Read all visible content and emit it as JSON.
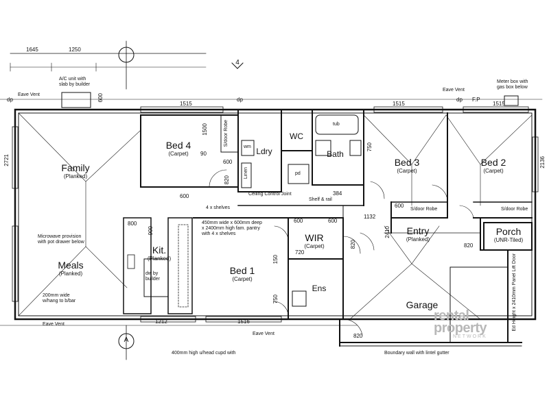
{
  "rooms": {
    "bed4": {
      "name": "Bed 4",
      "floor": "(Carpet)"
    },
    "family": {
      "name": "Family",
      "floor": "(Planked)"
    },
    "meals": {
      "name": "Meals",
      "floor": "(Planked)"
    },
    "kit": {
      "name": "Kit.",
      "floor": "(Planked)"
    },
    "bed1": {
      "name": "Bed 1",
      "floor": "(Carpet)"
    },
    "wir": {
      "name": "WIR",
      "floor": "(Carpet)"
    },
    "bed3": {
      "name": "Bed 3",
      "floor": "(Carpet)"
    },
    "bed2": {
      "name": "Bed 2",
      "floor": "(Carpet)"
    },
    "entry": {
      "name": "Entry",
      "floor": "(Planked)"
    },
    "porch": {
      "name": "Porch",
      "floor": "(UNR-Tiled)"
    },
    "garage": {
      "name": "Garage",
      "floor": ""
    },
    "ldry": {
      "name": "Ldry",
      "floor": ""
    },
    "wc": {
      "name": "WC",
      "floor": ""
    },
    "bath": {
      "name": "Bath",
      "floor": ""
    },
    "ens": {
      "name": "Ens",
      "floor": ""
    }
  },
  "notes": {
    "ac_unit": "A/C unit with",
    "ac_unit2": "slab by builder",
    "meter_box": "Meter box with",
    "meter_box2": "gas box below",
    "eave_vent_1": "Eave Vent",
    "eave_vent_2": "Eave Vent",
    "eave_vent_3": "Eave Vent",
    "eave_vent_4": "Eave Vent",
    "microwave": "Microwave provision",
    "microwave2": "with pot drawer below",
    "dw": "dw by",
    "dw2": "builder",
    "bench": "200mm wide",
    "bench2": "w/hang to b/bar",
    "pantry": "450mm wide x 600mm deep",
    "pantry2": "x 2400mm high fam. pantry",
    "pantry3": "with 4 x shelves",
    "shelves": "4 x shelves",
    "ceiling_joint": "Ceiling Control Joint",
    "shelf_rail": "Shelf & rail",
    "sdoor_robe_bed4": "S/door Robe",
    "sdoor_robe_bed3": "S/door Robe",
    "sdoor_robe_bed2": "S/door Robe",
    "linen": "Linen",
    "wm": "wm",
    "tub": "tub",
    "pd": "pd",
    "lift_door": "Ed Height x 2410mm Panel Lift Door",
    "garage_wall": "Boundary wall with lintel gutter",
    "garage_bottom": "400mm high u/head cupd with",
    "marker_a": "A",
    "marker_4": "4"
  },
  "dims": {
    "d1515a": "1515",
    "d1515b": "1515",
    "d1515c": "1515",
    "d1516": "1516",
    "d1212": "1212",
    "d800": "800",
    "d900": "900",
    "d600a": "600",
    "d600b": "600",
    "d600c": "600",
    "d600d": "600",
    "d600e": "600",
    "d600f": "600",
    "d1500": "1500",
    "d90": "90",
    "d750a": "750",
    "d750b": "750",
    "d150": "150",
    "d384": "384",
    "d1132": "1132",
    "d820a": "820",
    "d820b": "820",
    "d820c": "820",
    "d820d": "820",
    "d720": "720",
    "d2410": "2410",
    "d2721": "2721",
    "d2136": "2136",
    "d1645": "1645",
    "d1250": "1250",
    "dp1": "dp",
    "dp2": "dp",
    "dp3": "dp",
    "fp": "F.P"
  },
  "watermark": {
    "line1": "rental",
    "line2": "property",
    "line3": "NETWORK"
  }
}
